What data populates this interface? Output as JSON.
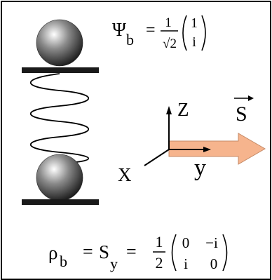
{
  "colors": {
    "frame": "#000000",
    "plate": "#1a1a1a",
    "spring": "#000000",
    "sphere_light": "#ffffff",
    "sphere_mid": "#8a8a8a",
    "sphere_dark": "#1e1e1e",
    "arrow_fill": "#f6b48d",
    "arrow_stroke": "#c58a66",
    "axes": "#000000"
  },
  "icons": {
    "top_ball": "sphere-icon",
    "bottom_ball": "sphere-icon",
    "spring": "spring-coil-icon",
    "arrow": "spin-arrow-icon"
  },
  "top_formula": {
    "psi": "Ψ",
    "psi_sub": "b",
    "equals": "=",
    "frac_num": "1",
    "frac_den": "√2",
    "vector": [
      "1",
      "i"
    ]
  },
  "axes": {
    "z_label": "Z",
    "x_label": "X",
    "y_label": "y",
    "s_label": "S"
  },
  "bottom_formula": {
    "rho": "ρ",
    "rho_sub": "b",
    "equals1": "=",
    "s": "S",
    "s_sub": "y",
    "equals2": "=",
    "frac_num": "1",
    "frac_den": "2",
    "matrix": [
      [
        "0",
        "−i"
      ],
      [
        "i",
        "0"
      ]
    ]
  }
}
